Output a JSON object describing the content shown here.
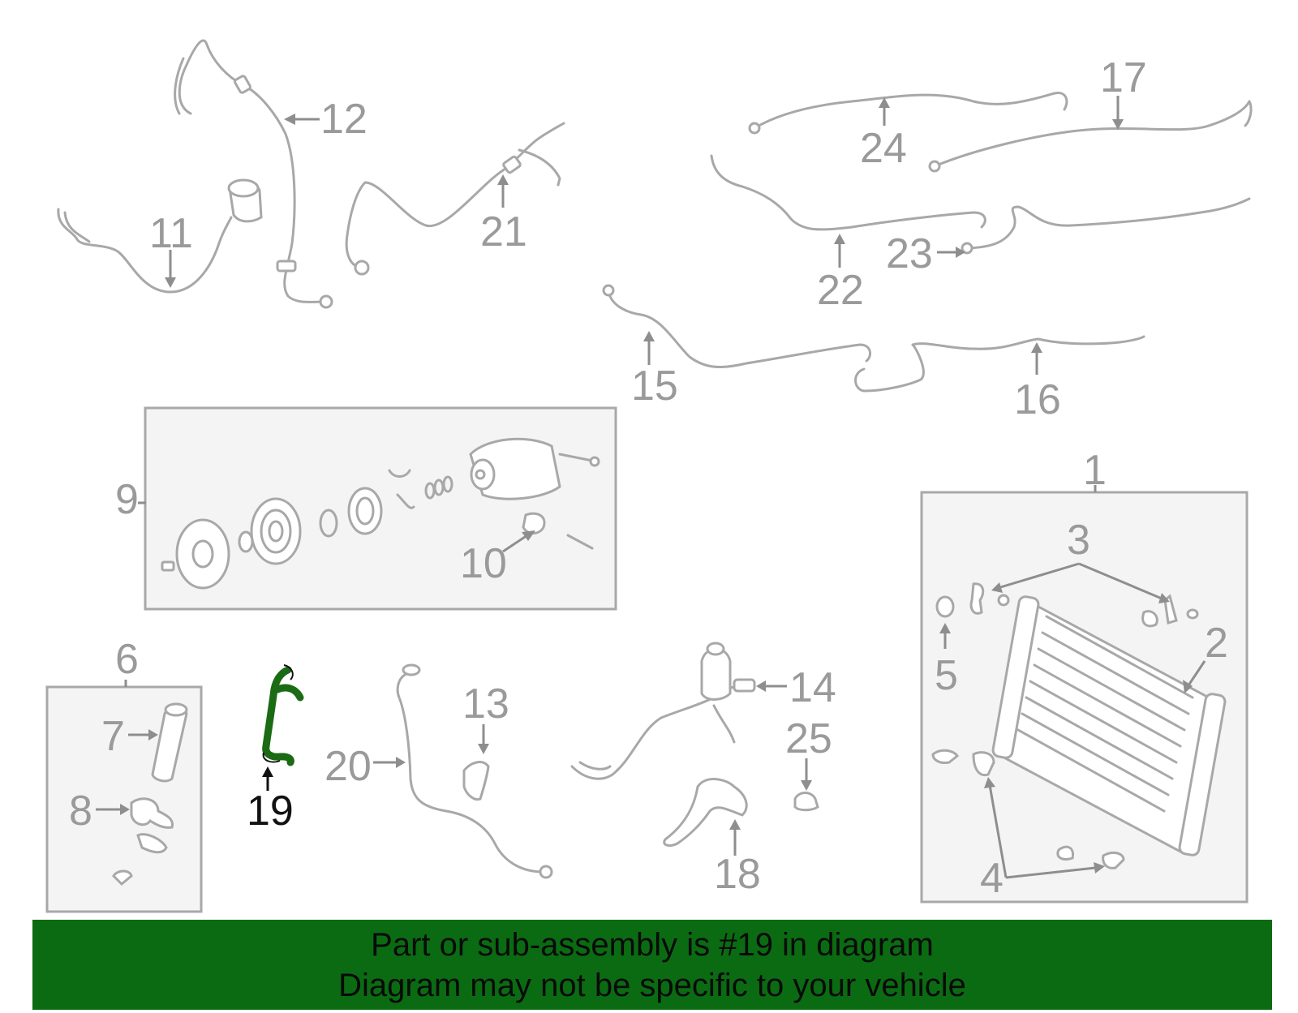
{
  "banner": {
    "line1": "Part or sub-assembly is #19 in diagram",
    "line2": "Diagram may not be specific to your vehicle",
    "background": "#0b6b12"
  },
  "highlight": {
    "part_number": "19",
    "color": "#1a6b14"
  },
  "callouts": [
    "1",
    "2",
    "3",
    "4",
    "5",
    "6",
    "7",
    "8",
    "9",
    "10",
    "11",
    "12",
    "13",
    "14",
    "15",
    "16",
    "17",
    "18",
    "19",
    "20",
    "21",
    "22",
    "23",
    "24",
    "25"
  ]
}
